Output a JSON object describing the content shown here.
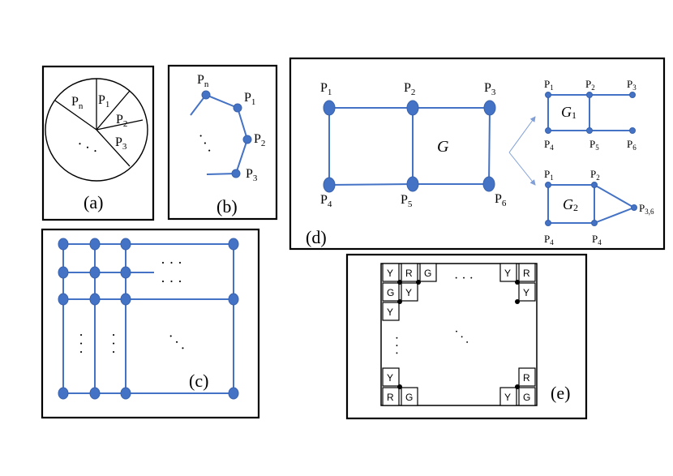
{
  "panels": {
    "a": {
      "caption": "(a)",
      "slices": [
        {
          "main": "P",
          "sub": "n"
        },
        {
          "main": "P",
          "sub": "1"
        },
        {
          "main": "P",
          "sub": "2"
        },
        {
          "main": "P",
          "sub": "3"
        }
      ],
      "ellipsis": "· · ·"
    },
    "b": {
      "caption": "(b)",
      "points": [
        {
          "main": "P",
          "sub": "n"
        },
        {
          "main": "P",
          "sub": "1"
        },
        {
          "main": "P",
          "sub": "2"
        },
        {
          "main": "P",
          "sub": "3"
        }
      ],
      "ellipsis": "· · ·"
    },
    "c": {
      "caption": "(c)",
      "ellipsis": "· · ·"
    },
    "d": {
      "caption": "(d)",
      "graph_label": "G",
      "nodes": [
        {
          "main": "P",
          "sub": "1"
        },
        {
          "main": "P",
          "sub": "2"
        },
        {
          "main": "P",
          "sub": "3"
        },
        {
          "main": "P",
          "sub": "4"
        },
        {
          "main": "P",
          "sub": "5"
        },
        {
          "main": "P",
          "sub": "6"
        }
      ],
      "g1": {
        "label_main": "G",
        "label_sub": "1",
        "nodes": [
          {
            "main": "P",
            "sub": "1"
          },
          {
            "main": "P",
            "sub": "2"
          },
          {
            "main": "P",
            "sub": "3"
          },
          {
            "main": "P",
            "sub": "4"
          },
          {
            "main": "P",
            "sub": "5"
          },
          {
            "main": "P",
            "sub": "6"
          }
        ]
      },
      "g2": {
        "label_main": "G",
        "label_sub": "2",
        "nodes": [
          {
            "main": "P",
            "sub": "1"
          },
          {
            "main": "P",
            "sub": "2"
          },
          {
            "main": "P",
            "sub": "3,6"
          },
          {
            "main": "P",
            "sub": "4"
          },
          {
            "main": "P",
            "sub": "4"
          }
        ]
      }
    },
    "e": {
      "caption": "(e)",
      "ellipsis": "· · ·",
      "cells": {
        "tl": [
          "Y",
          "R",
          "G",
          "G",
          "Y",
          "Y"
        ],
        "tr": [
          "Y",
          "R",
          "Y"
        ],
        "bl": [
          "Y",
          "R",
          "G"
        ],
        "br": [
          "R",
          "Y",
          "G"
        ]
      }
    }
  }
}
